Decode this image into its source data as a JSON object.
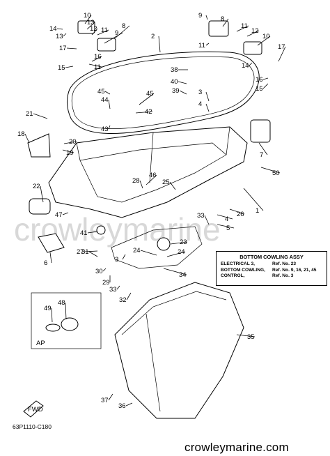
{
  "watermark": "crowleymarine",
  "callouts": [
    "1",
    "2",
    "3",
    "3",
    "4",
    "4",
    "5",
    "6",
    "7",
    "8",
    "8",
    "9",
    "9",
    "10",
    "10",
    "11",
    "11",
    "11",
    "11",
    "12",
    "12",
    "13",
    "13",
    "14",
    "14",
    "15",
    "15",
    "16",
    "16",
    "17",
    "17",
    "18",
    "19",
    "20",
    "21",
    "22",
    "23",
    "24",
    "24",
    "25",
    "26",
    "27",
    "28",
    "29",
    "30",
    "31",
    "32",
    "33",
    "33",
    "34",
    "35",
    "36",
    "37",
    "38",
    "39",
    "40",
    "41",
    "42",
    "43",
    "44",
    "45",
    "45",
    "46",
    "47",
    "48",
    "49",
    "50"
  ],
  "assembly_box": {
    "title": "BOTTOM COWLING ASSY",
    "rows": [
      {
        "name": "ELECTRICAL 3,",
        "ref": "Ref. No. 23"
      },
      {
        "name": "BOTTOM COWLING,",
        "ref": "Ref. No. 9, 16, 21, 45"
      },
      {
        "name": "CONTROL,",
        "ref": "Ref. No. 3"
      }
    ]
  },
  "inset_label": "AP",
  "fwd_label": "FWD",
  "diagram_code": "63P1110-C180",
  "site": "crowleymarine.com"
}
